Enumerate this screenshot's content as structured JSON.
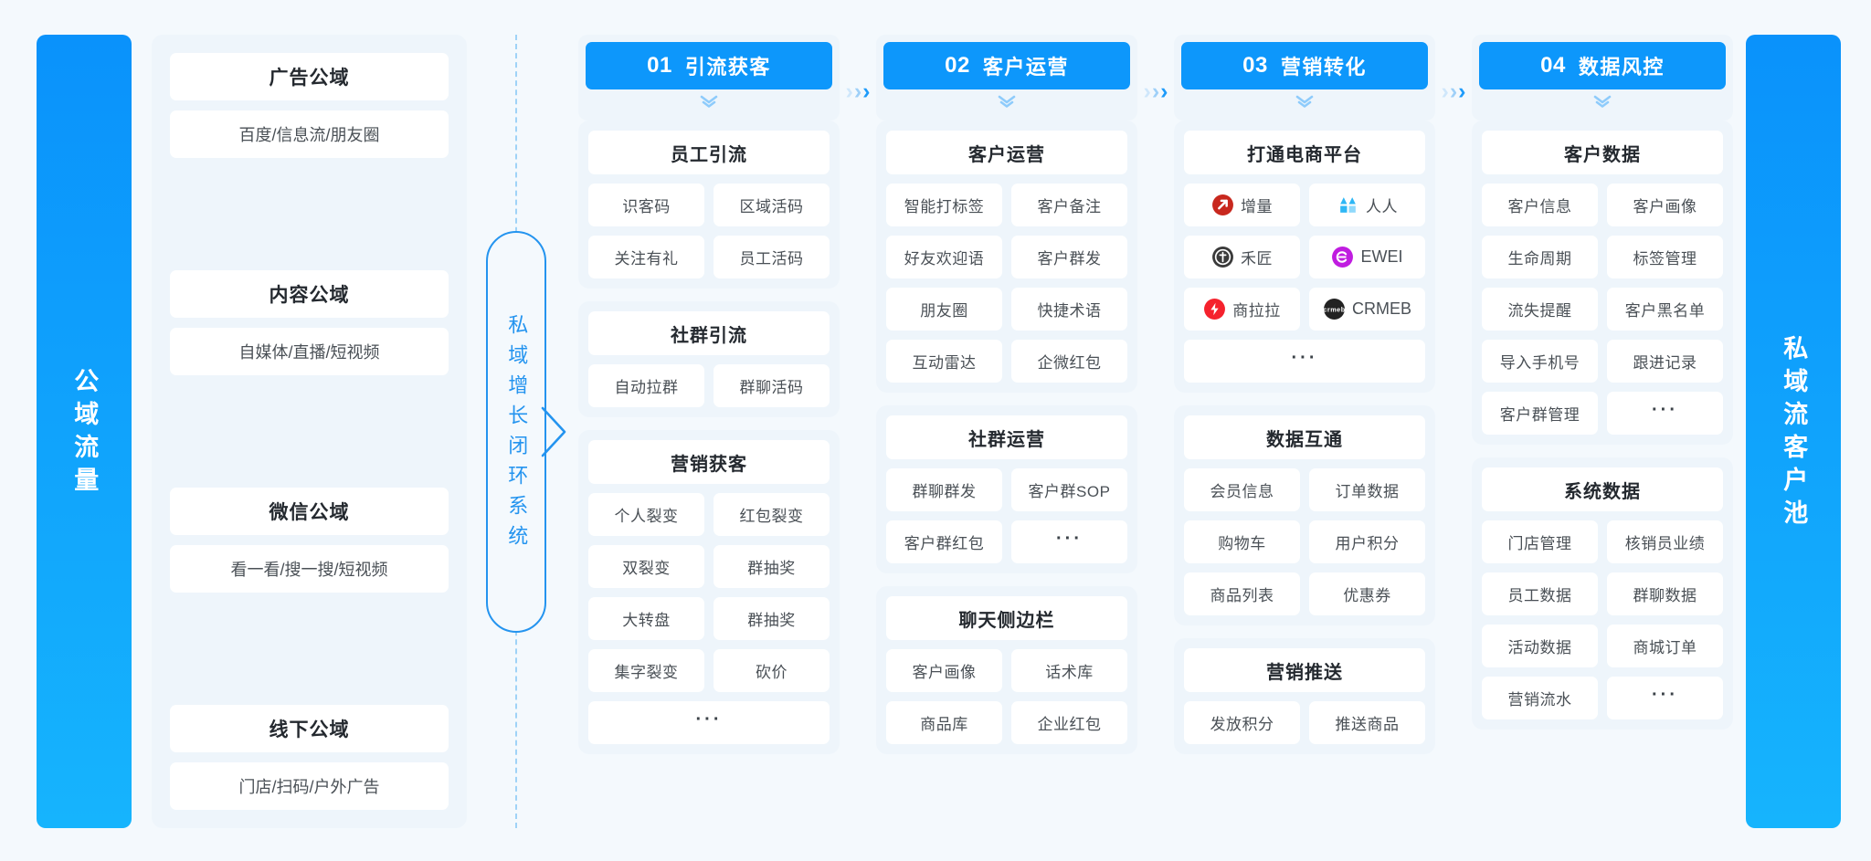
{
  "left_bar": {
    "label": "公域流量"
  },
  "right_bar": {
    "label": "私域流客户池"
  },
  "center": {
    "label": "私域增长闭环系统"
  },
  "public_domain": {
    "groups": [
      {
        "title": "广告公域",
        "sub": "百度/信息流/朋友圈"
      },
      {
        "title": "内容公域",
        "sub": "自媒体/直播/短视频"
      },
      {
        "title": "微信公域",
        "sub": "看一看/搜一搜/短视频"
      },
      {
        "title": "线下公域",
        "sub": "门店/扫码/户外广告"
      }
    ]
  },
  "separator": {
    "glyph": "›"
  },
  "columns": [
    {
      "number": "01",
      "label": "引流获客",
      "sections": [
        {
          "title": "员工引流",
          "items": [
            "识客码",
            "区域活码",
            "关注有礼",
            "员工活码"
          ]
        },
        {
          "title": "社群引流",
          "items": [
            "自动拉群",
            "群聊活码"
          ]
        },
        {
          "title": "营销获客",
          "items": [
            "个人裂变",
            "红包裂变",
            "双裂变",
            "群抽奖",
            "大转盘",
            "群抽奖",
            "集字裂变",
            "砍价"
          ],
          "footer": "···"
        }
      ]
    },
    {
      "number": "02",
      "label": "客户运营",
      "sections": [
        {
          "title": "客户运营",
          "items": [
            "智能打标签",
            "客户备注",
            "好友欢迎语",
            "客户群发",
            "朋友圈",
            "快捷术语",
            "互动雷达",
            "企微红包"
          ]
        },
        {
          "title": "社群运营",
          "items": [
            "群聊群发",
            "客户群SOP",
            "客户群红包",
            "···"
          ]
        },
        {
          "title": "聊天侧边栏",
          "items": [
            "客户画像",
            "话术库",
            "商品库",
            "企业红包"
          ]
        }
      ]
    },
    {
      "number": "03",
      "label": "营销转化",
      "sections": [
        {
          "title": "打通电商平台",
          "brands": [
            {
              "name": "增量",
              "icon": "zengliang-logo",
              "color": "#c8281e"
            },
            {
              "name": "人人",
              "icon": "renren-logo",
              "color": "#2eb7f5"
            },
            {
              "name": "禾匠",
              "icon": "hejiang-logo",
              "color": "#3a3a3a"
            },
            {
              "name": "EWEI",
              "icon": "ewei-logo",
              "color": "#c01ce0"
            },
            {
              "name": "商拉拉",
              "icon": "shanglala-logo",
              "color": "#f5222d"
            },
            {
              "name": "CRMEB",
              "icon": "crmeb-logo",
              "color": "#222222"
            }
          ],
          "footer": "···"
        },
        {
          "title": "数据互通",
          "items": [
            "会员信息",
            "订单数据",
            "购物车",
            "用户积分",
            "商品列表",
            "优惠券"
          ]
        },
        {
          "title": "营销推送",
          "items": [
            "发放积分",
            "推送商品"
          ]
        }
      ]
    },
    {
      "number": "04",
      "label": "数据风控",
      "sections": [
        {
          "title": "客户数据",
          "items": [
            "客户信息",
            "客户画像",
            "生命周期",
            "标签管理",
            "流失提醒",
            "客户黑名单",
            "导入手机号",
            "跟进记录",
            "客户群管理",
            "···"
          ]
        },
        {
          "title": "系统数据",
          "items": [
            "门店管理",
            "核销员业绩",
            "员工数据",
            "群聊数据",
            "活动数据",
            "商城订单",
            "营销流水",
            "···"
          ]
        }
      ]
    }
  ],
  "colors": {
    "brand_blue": "#0d97fb",
    "bar_gradient_start": "#0a92fb",
    "bar_gradient_end": "#16b4fd",
    "panel_bg": "#eef5fb",
    "page_bg": "#f4f9fd",
    "capsule_border": "#2494ef",
    "dash_line": "#9fd3f7"
  }
}
